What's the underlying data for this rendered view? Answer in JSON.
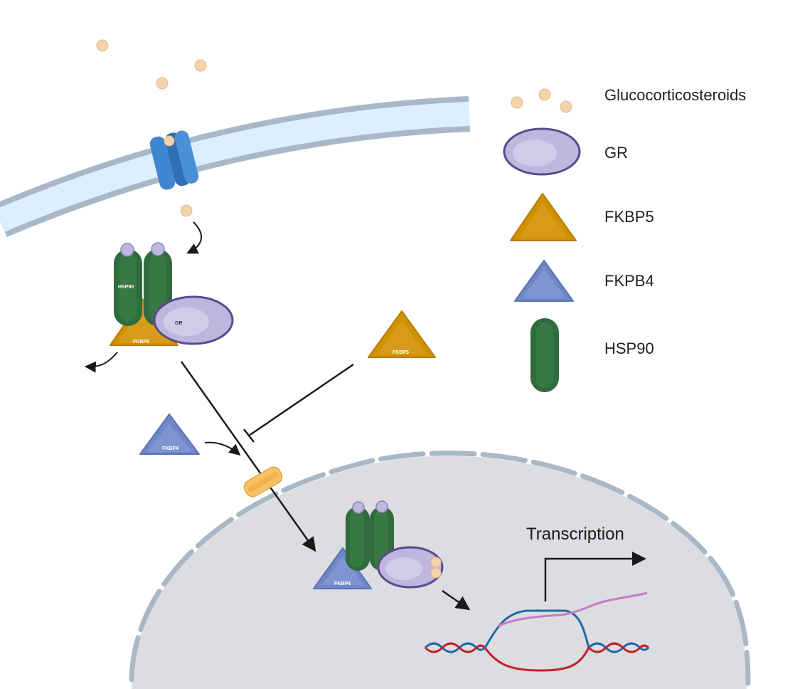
{
  "legend": {
    "glucocorticosteroids": "Glucocorticosteroids",
    "gr": "GR",
    "fkbp5": "FKBP5",
    "fkpb4": "FKPB4",
    "hsp90": "HSP90"
  },
  "complex_cytoplasm": {
    "hsp90_label": "HSP90",
    "gr_label": "GR",
    "fkbp5_label": "FKBP5"
  },
  "free_fkbp5_label": "FKBP5",
  "free_fkbp4_label": "FKBP4",
  "nuclear_complex": {
    "fkbp4_label": "FKBP4"
  },
  "transcription_label": "Transcription",
  "colors": {
    "membrane_outer": "#a9b8c6",
    "membrane_inner": "#dcefff",
    "ligand": "#f2d3ab",
    "gr": "#bdb7dd",
    "gr_outline": "#5a4a8c",
    "fkbp5": "#cf9100",
    "fkbp4": "#6f87c9",
    "hsp90": "#2f6b3c",
    "nucleus": "#dcdde0",
    "pore": "#f7c166",
    "channel": "#3f85cf",
    "dna_blue": "#1e6aa8",
    "dna_red": "#c0202a",
    "rna": "#c67ac9"
  }
}
